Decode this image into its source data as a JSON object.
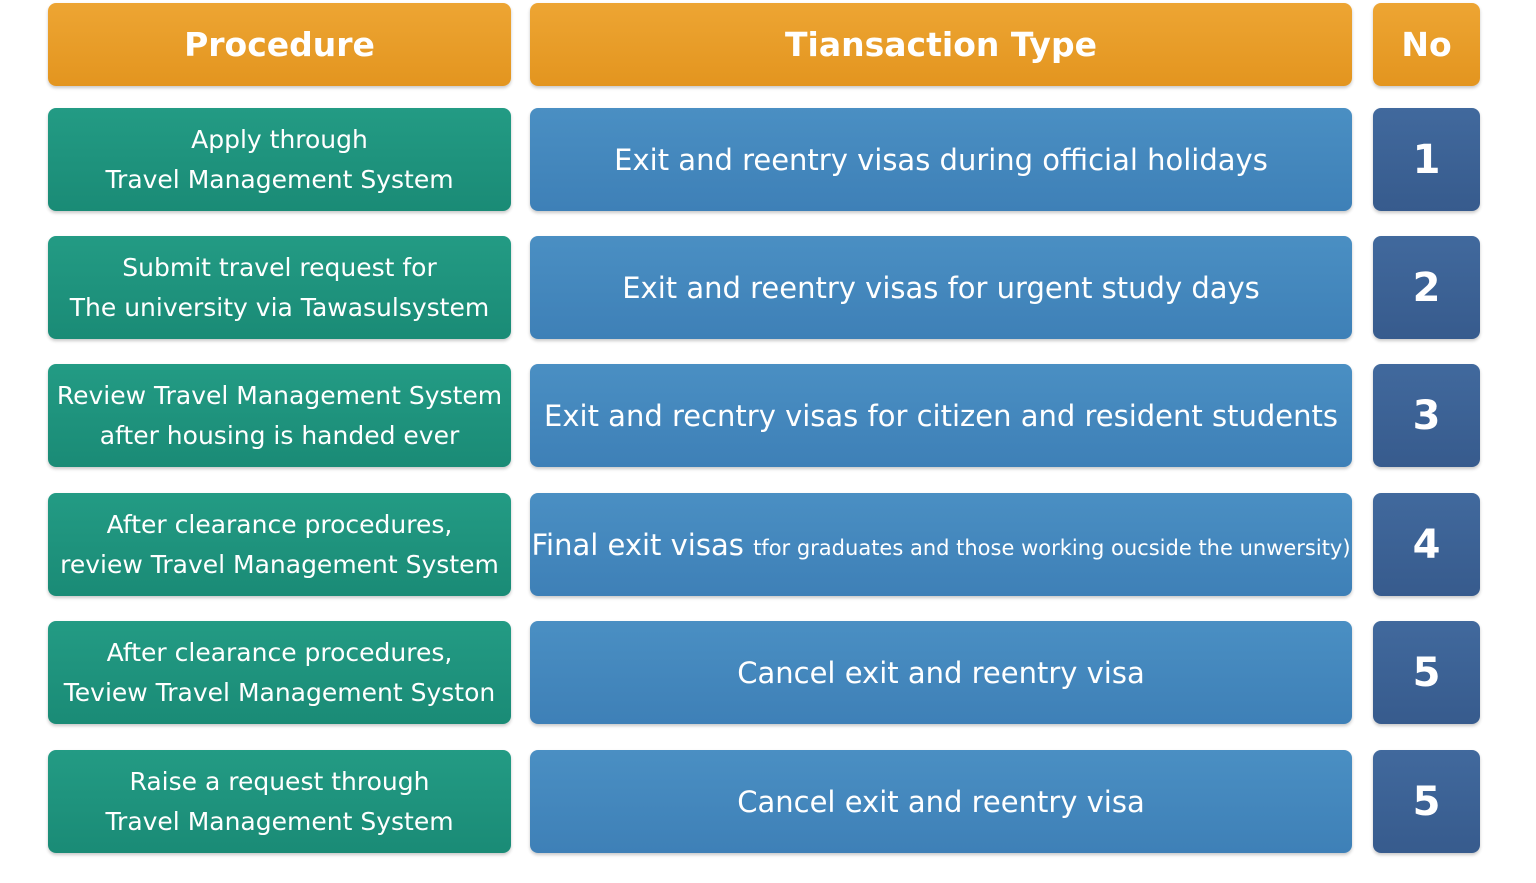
{
  "header": {
    "procedure": "Procedure",
    "transaction_type": "Tiansaction Type",
    "no": "No"
  },
  "rows": [
    {
      "procedure": [
        "Apply through",
        "Travel Management System"
      ],
      "type": "Exit and reentry visas during official holidays",
      "no": "1"
    },
    {
      "procedure": [
        "Submit travel request for",
        "The university via Tawasulsystem"
      ],
      "type": "Exit and reentry visas for urgent study days",
      "no": "2"
    },
    {
      "procedure": [
        "Review Travel Management System",
        "after housing is handed ever"
      ],
      "type": "Exit and recntry visas for citizen and resident students",
      "no": "3"
    },
    {
      "procedure": [
        "After clearance procedures,",
        "review Travel Management System"
      ],
      "type": "Final exit visas",
      "type_small": "tfor graduates and those working oucside the unwersity)",
      "no": "4"
    },
    {
      "procedure": [
        "After clearance procedures,",
        "Teview Travel Management Syston"
      ],
      "type": "Cancel exit and reentry visa",
      "no": "5"
    },
    {
      "procedure": [
        "Raise a request through",
        "Travel Management System"
      ],
      "type": "Cancel exit and reentry visa",
      "no": "5"
    }
  ],
  "colors": {
    "header": "#e69a24",
    "procedure": "#1f9680",
    "transaction_type": "#4487bd",
    "number": "#3c6295"
  }
}
